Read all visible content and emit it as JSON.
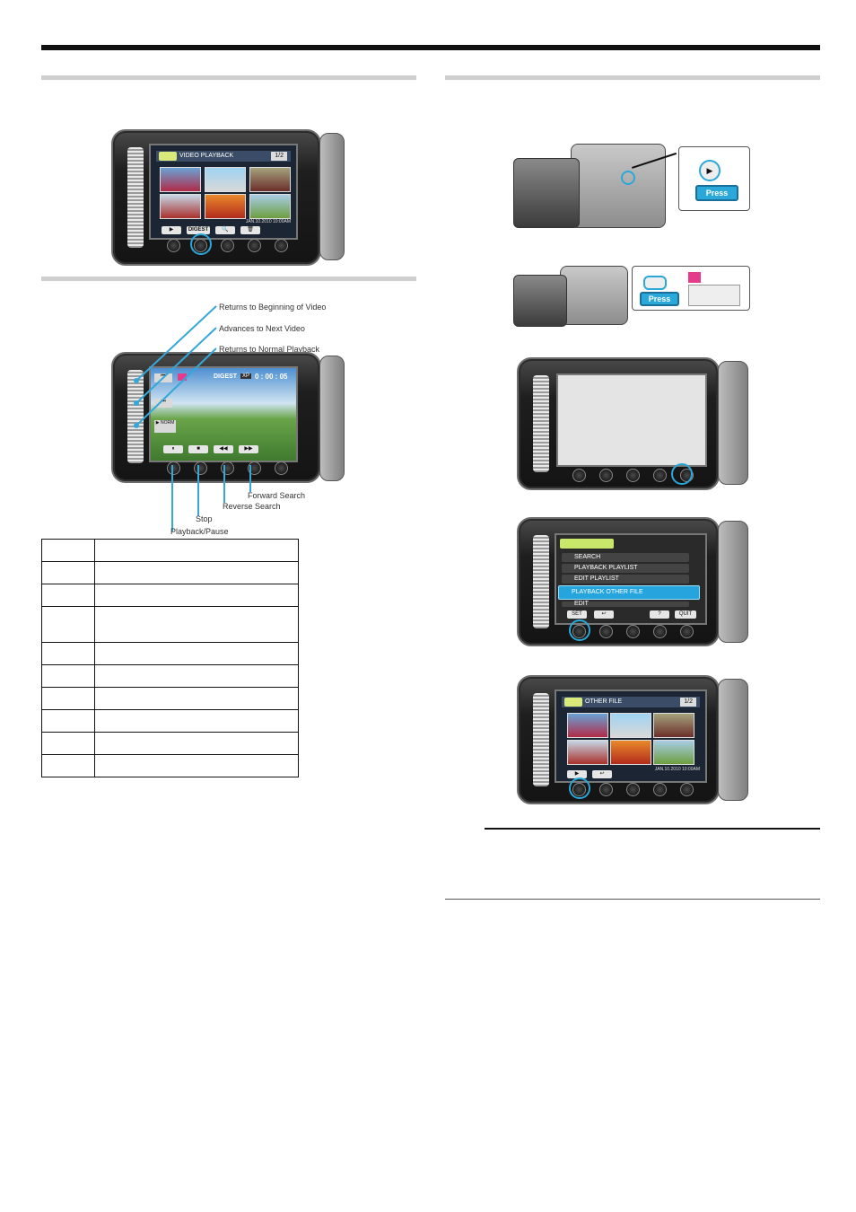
{
  "left": {
    "screen1": {
      "title": "VIDEO PLAYBACK",
      "page": "1/2",
      "date": "JAN.10.2010 10:00AM",
      "buttons": [
        "▶",
        "DIGEST",
        "🔍",
        "🗑"
      ]
    },
    "screen2": {
      "mode": "DIGEST",
      "time": "0 : 00 : 05",
      "quality": "XP",
      "side_buttons": [
        "⏮",
        "⏭",
        "▶ NORM"
      ],
      "bottom_buttons": [
        "⏸",
        "■",
        "◀◀",
        "▶▶"
      ]
    },
    "callouts_top": [
      "Returns to Beginning of Video",
      "Advances to Next Video",
      "Returns to Normal Playback"
    ],
    "callouts_bottom": [
      "Forward Search",
      "Reverse Search",
      "Stop",
      "Playback/Pause"
    ],
    "table_rows": 10
  },
  "right": {
    "press_label": "Press",
    "press_label2": "Press",
    "menu": {
      "items": [
        "SEARCH",
        "PLAYBACK PLAYLIST",
        "EDIT PLAYLIST",
        "PLAYBACK OTHER FILE",
        "EDIT"
      ],
      "softkeys": [
        "SET",
        "↩",
        "?",
        "QUIT"
      ]
    },
    "other": {
      "title": "OTHER FILE",
      "page": "1/2",
      "date": "JAN.10.2010 10:00AM",
      "softkeys": [
        "▶",
        "↩"
      ]
    }
  },
  "colors": {
    "accent": "#35a7d9",
    "rule": "#cfcfcf"
  }
}
